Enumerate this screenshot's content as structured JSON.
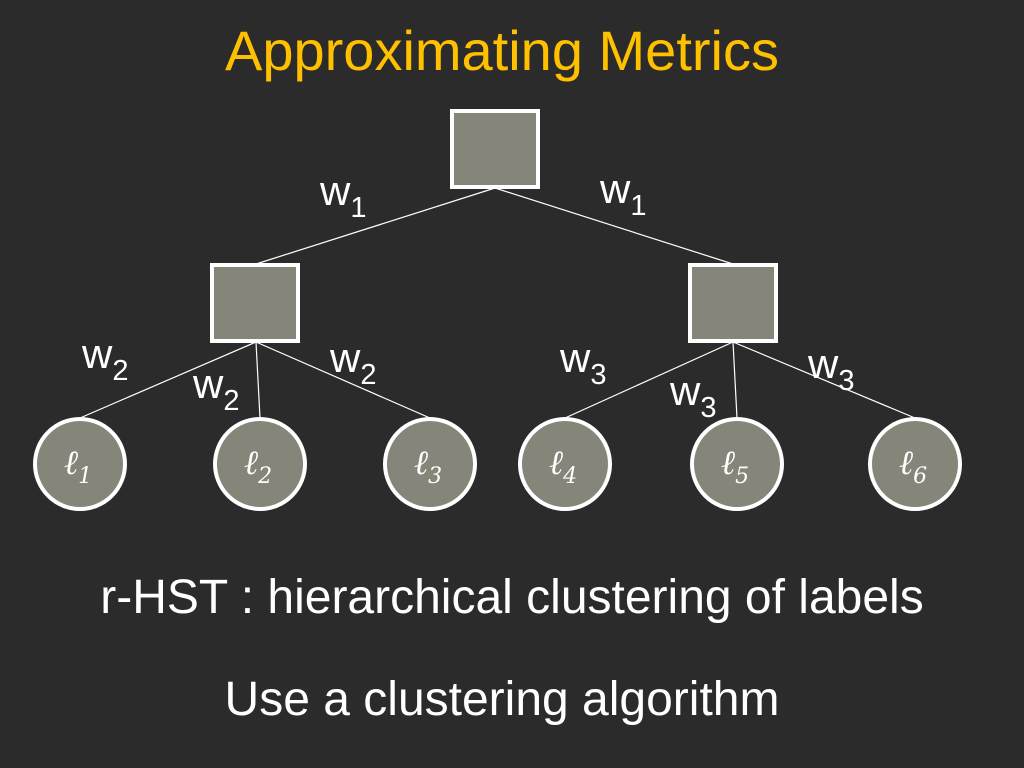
{
  "slide": {
    "title": "Approximating Metrics",
    "caption_1": "r-HST : hierarchical clustering of labels",
    "caption_2": "Use a clustering algorithm"
  },
  "tree": {
    "edge_labels": [
      {
        "base": "w",
        "sub": "1"
      },
      {
        "base": "w",
        "sub": "1"
      },
      {
        "base": "w",
        "sub": "2"
      },
      {
        "base": "w",
        "sub": "2"
      },
      {
        "base": "w",
        "sub": "2"
      },
      {
        "base": "w",
        "sub": "3"
      },
      {
        "base": "w",
        "sub": "3"
      },
      {
        "base": "w",
        "sub": "3"
      }
    ],
    "leaves": [
      {
        "base": "ℓ",
        "sub": "1"
      },
      {
        "base": "ℓ",
        "sub": "2"
      },
      {
        "base": "ℓ",
        "sub": "3"
      },
      {
        "base": "ℓ",
        "sub": "4"
      },
      {
        "base": "ℓ",
        "sub": "5"
      },
      {
        "base": "ℓ",
        "sub": "6"
      }
    ]
  },
  "colors": {
    "background": "#2b2b2b",
    "title": "#ffc000",
    "node_fill": "#85857a",
    "stroke": "#ffffff"
  }
}
